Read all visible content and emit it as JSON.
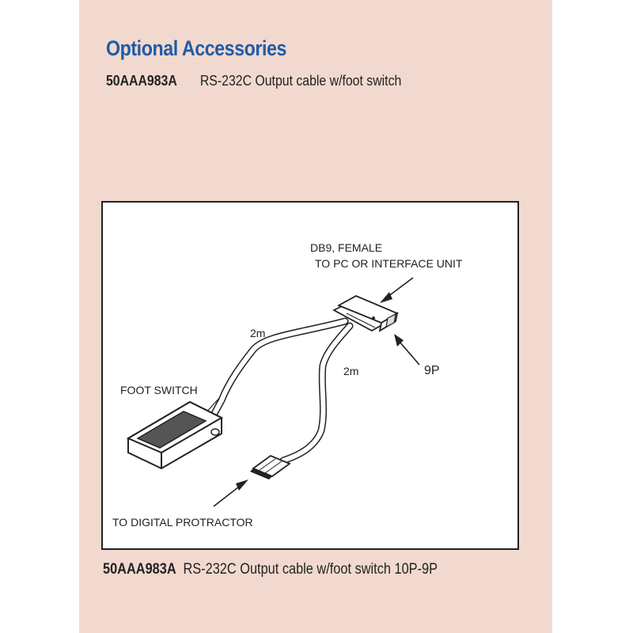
{
  "header": {
    "title": "Optional Accessories",
    "part_code": "50AAA983A",
    "part_description": "RS-232C Output cable w/foot switch"
  },
  "figure": {
    "labels": {
      "db9_line1": "DB9, FEMALE",
      "db9_line2": "TO PC OR INTERFACE UNIT",
      "length_upper": "2m",
      "length_lower": "2m",
      "pins": "9P",
      "foot_switch": "FOOT SWITCH",
      "to_protractor": "TO DIGITAL PROTRACTOR"
    }
  },
  "caption": {
    "part_code": "50AAA983A",
    "description": "RS-232C Output cable w/foot switch 10P-9P"
  }
}
